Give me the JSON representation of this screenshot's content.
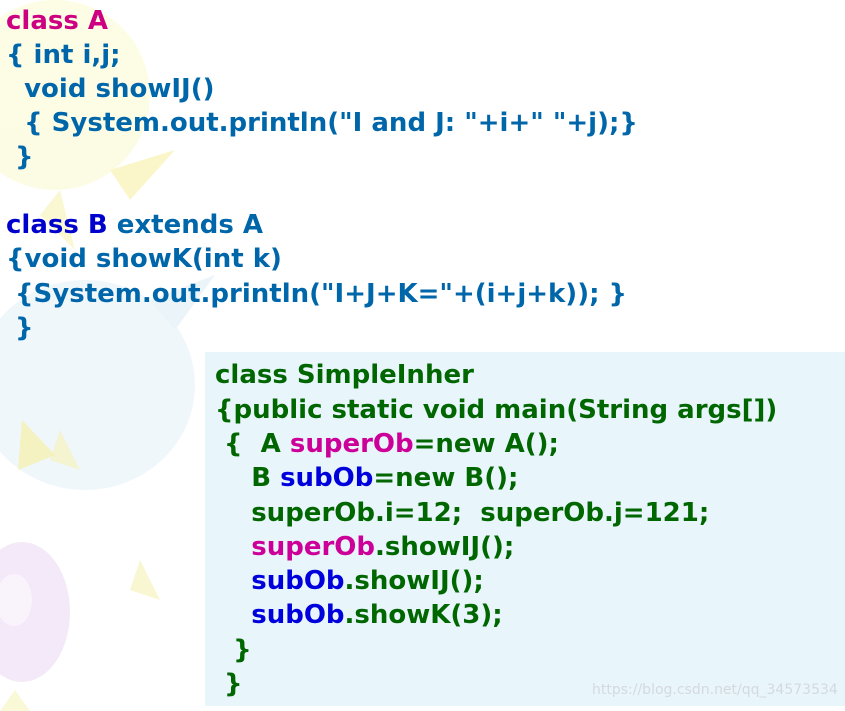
{
  "colors": {
    "kw_class": "#cc0080",
    "kw_class_b": "#0000cc",
    "code_blue": "#0066aa",
    "code_green": "#006600",
    "super_magenta": "#cc0099",
    "sub_blue": "#0000dd",
    "panel_bg": "#e8f5fb"
  },
  "class_a": {
    "line1": "class A",
    "line2": "{ int i,j;",
    "line3": "  void showIJ()",
    "line4": "  { System.out.println(\"I and J: \"+i+\" \"+j);}",
    "line5": " }"
  },
  "class_b": {
    "line1_kw": "class B",
    "line1_rest": " extends A",
    "line2": "{void showK(int k)",
    "line3": " {System.out.println(\"I+J+K=\"+(i+j+k)); }",
    "line4": " }"
  },
  "main_class": {
    "line1": "class SimpleInher",
    "line2": "{public static void main(String args[])",
    "line3_pre": " {  A ",
    "line3_var": "superOb",
    "line3_post": "=new A();",
    "line4_pre": "    B ",
    "line4_var": "subOb",
    "line4_post": "=new B();",
    "line5": "    superOb.i=12;  superOb.j=121;",
    "line6_var": "superOb",
    "line6_post": ".showIJ();",
    "line7_var": "subOb",
    "line7_post": ".showIJ();",
    "line8_var": "subOb",
    "line8_post": ".showK(3);",
    "line9": "  }",
    "line10": " }"
  },
  "watermark": "https://blog.csdn.net/qq_34573534"
}
